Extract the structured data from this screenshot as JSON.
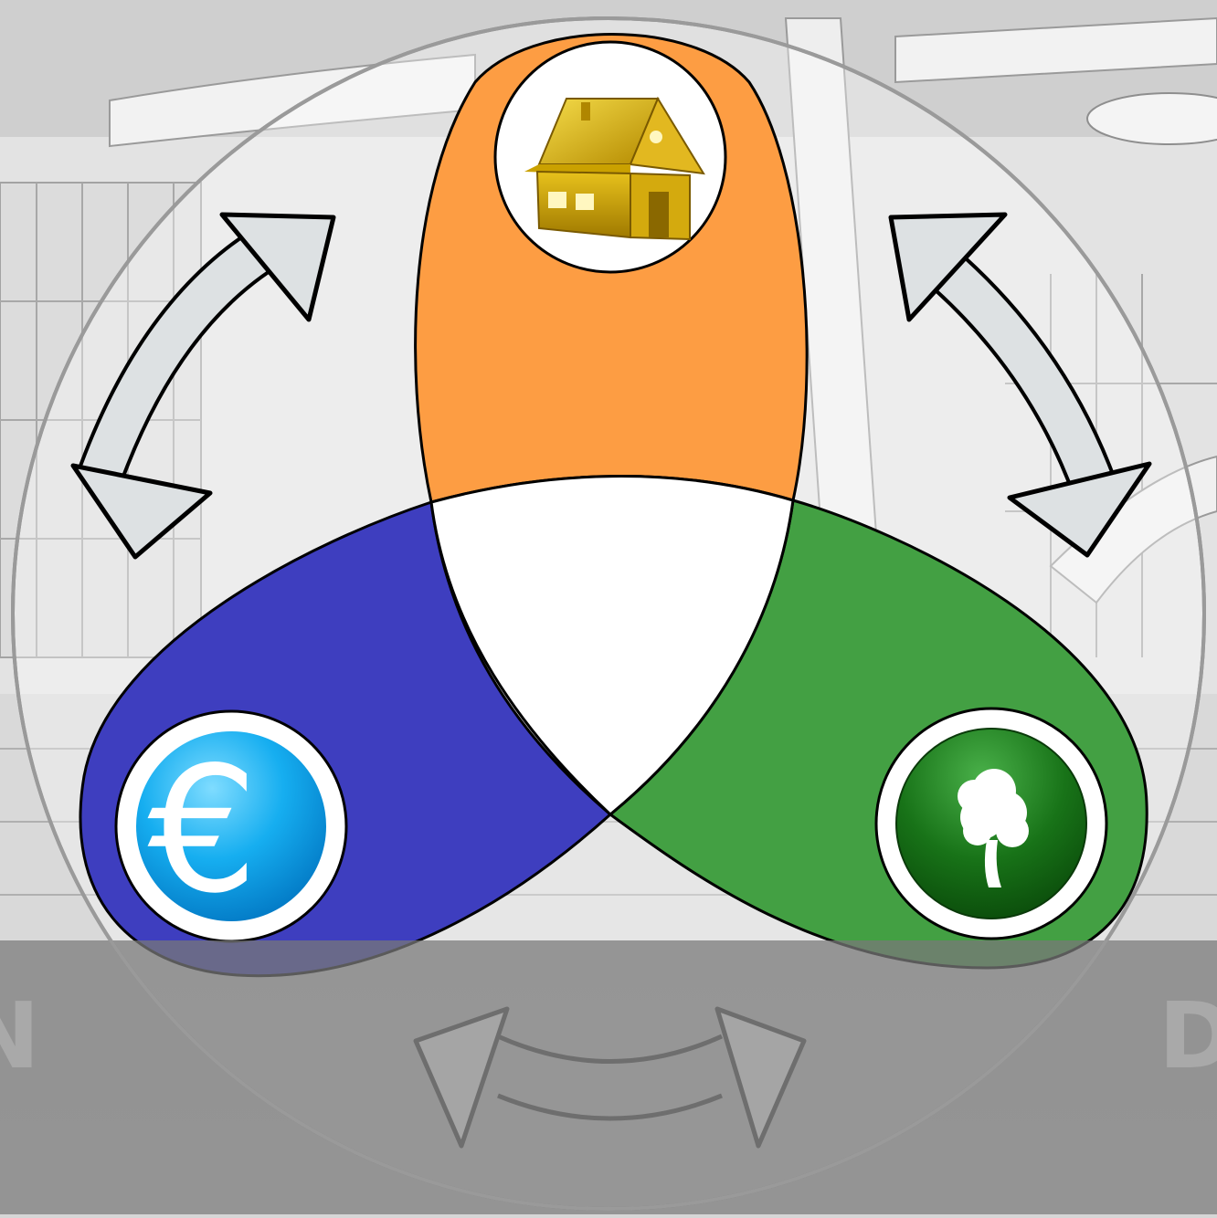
{
  "diagram": {
    "petals": [
      {
        "name": "housing",
        "color": "#fd9d43",
        "icon": "house-icon"
      },
      {
        "name": "economy",
        "color": "#3e3ebf",
        "icon": "euro-icon"
      },
      {
        "name": "environment",
        "color": "#43a043",
        "icon": "tree-icon"
      }
    ],
    "center_color": "#ffffff",
    "arrow_color": "#dde1e3",
    "footer_band_color": "#8e8e8e",
    "euro_symbol": "€",
    "edge_text_left": "N",
    "edge_text_right": "D"
  }
}
